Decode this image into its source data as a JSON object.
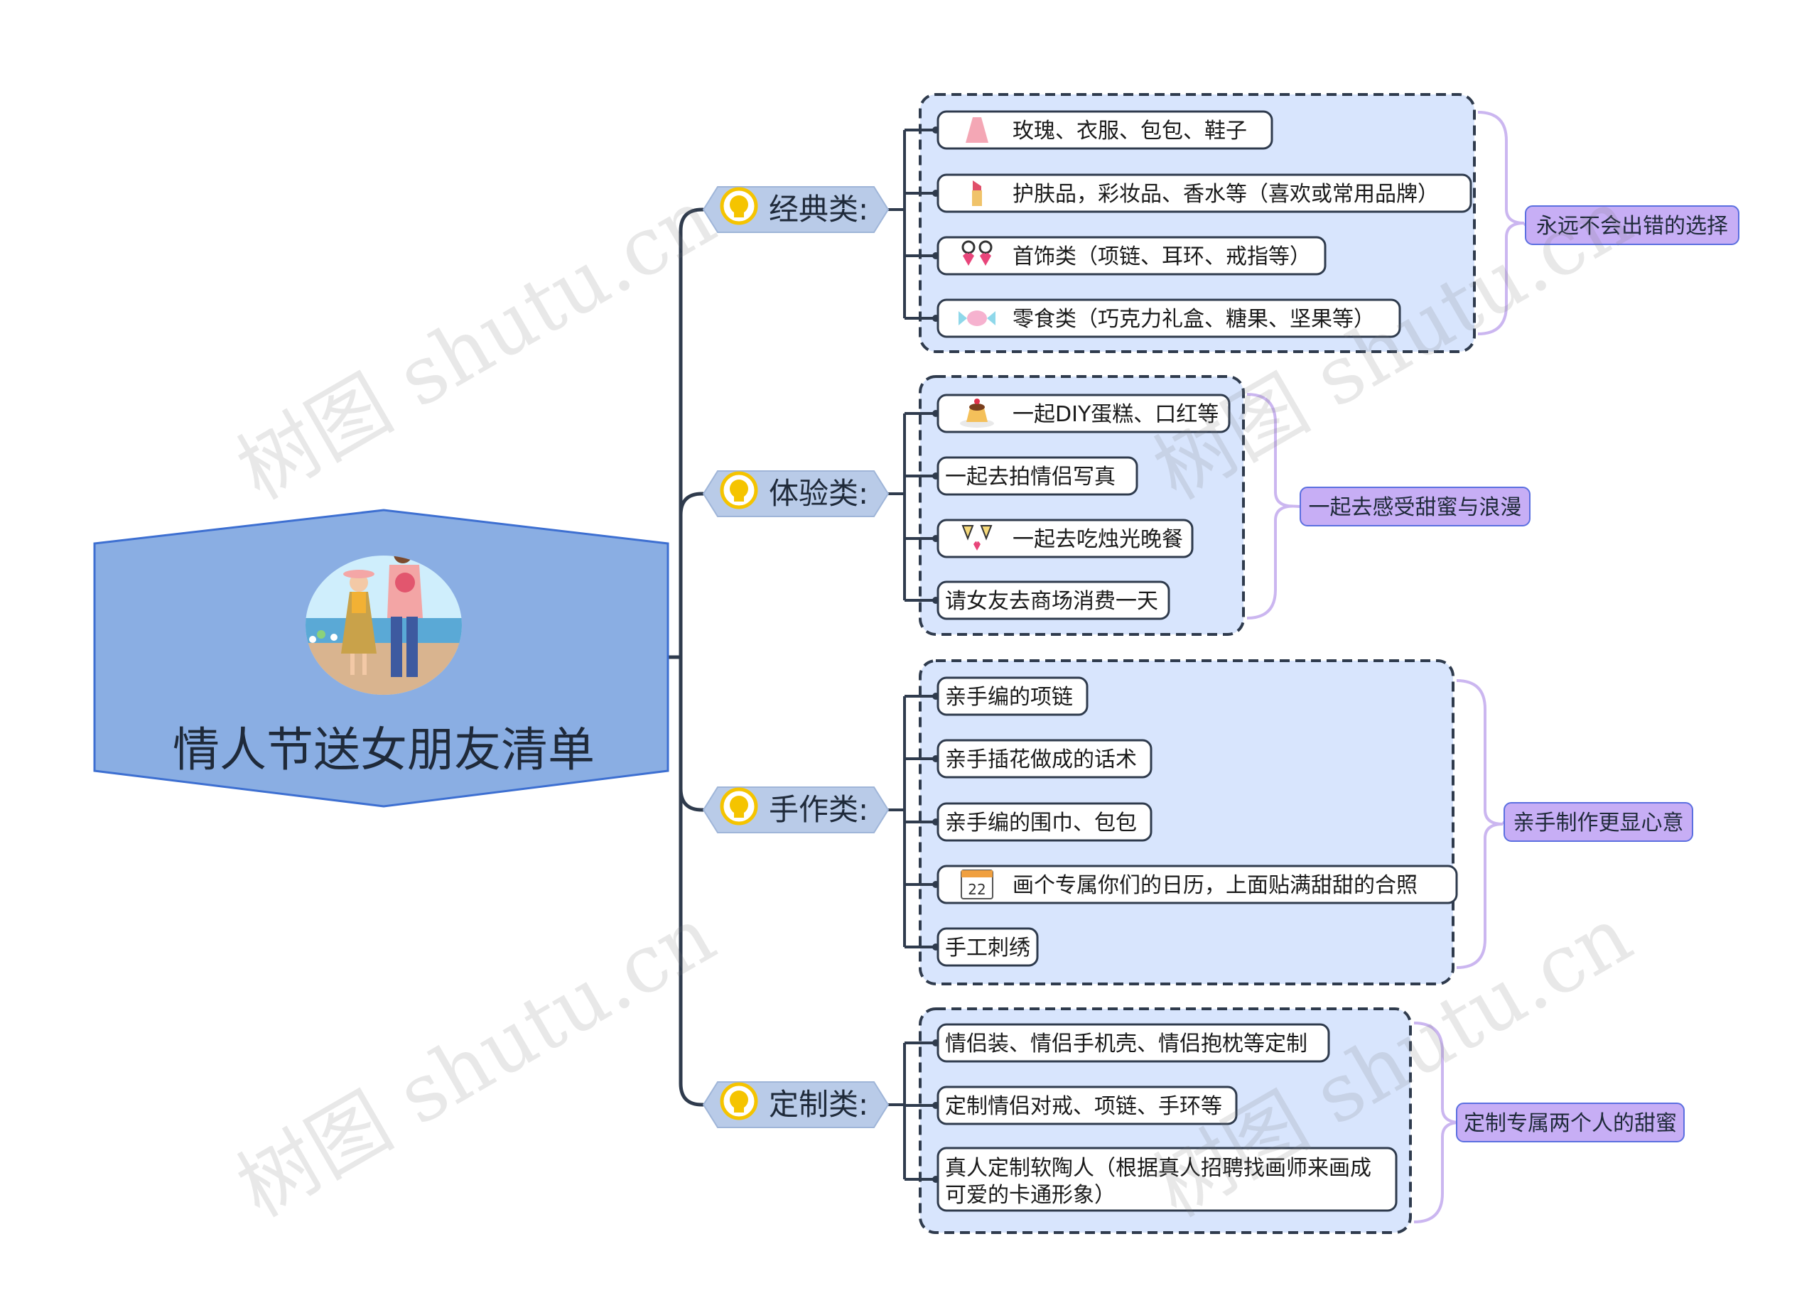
{
  "root": {
    "title": "情人节送女朋友清单",
    "image": "couple-illustration"
  },
  "colors": {
    "root_fill": "#8aaee3",
    "root_stroke": "#3d6fd1",
    "branch_fill": "#b9cbe8",
    "group_fill": "#d8e5fd",
    "group_stroke": "#2f3b4d",
    "line": "#2f3b4d",
    "summary_fill": "#c7aef5",
    "summary_stroke": "#5b6fe0",
    "brace": "#cbb6f0",
    "bulb": "#f5c400"
  },
  "branches": [
    {
      "label": "经典类:",
      "icon": "lightbulb-icon",
      "summary": "永远不会出错的选择",
      "items": [
        {
          "text": "玫瑰、衣服、包包、鞋子",
          "icon": "dress-icon"
        },
        {
          "text": "护肤品，彩妆品、香水等（喜欢或常用品牌）",
          "icon": "lipstick-icon"
        },
        {
          "text": "首饰类（项链、耳环、戒指等）",
          "icon": "earrings-icon"
        },
        {
          "text": "零食类（巧克力礼盒、糖果、坚果等）",
          "icon": "candy-icon"
        }
      ]
    },
    {
      "label": "体验类:",
      "icon": "lightbulb-icon",
      "summary": "一起去感受甜蜜与浪漫",
      "items": [
        {
          "text": "一起DIY蛋糕、口红等",
          "icon": "pudding-icon"
        },
        {
          "text": "一起去拍情侣写真",
          "icon": ""
        },
        {
          "text": "一起去吃烛光晚餐",
          "icon": "champagne-icon"
        },
        {
          "text": "请女友去商场消费一天",
          "icon": ""
        }
      ]
    },
    {
      "label": "手作类:",
      "icon": "lightbulb-icon",
      "summary": "亲手制作更显心意",
      "items": [
        {
          "text": "亲手编的项链",
          "icon": ""
        },
        {
          "text": "亲手插花做成的话术",
          "icon": ""
        },
        {
          "text": "亲手编的围巾、包包",
          "icon": ""
        },
        {
          "text": "画个专属你们的日历，上面贴满甜甜的合照",
          "icon": "calendar-icon",
          "icon_text": "22"
        },
        {
          "text": "手工刺绣",
          "icon": ""
        }
      ]
    },
    {
      "label": "定制类:",
      "icon": "lightbulb-icon",
      "summary": "定制专属两个人的甜蜜",
      "items": [
        {
          "text": "情侣装、情侣手机壳、情侣抱枕等定制",
          "icon": ""
        },
        {
          "text": "定制情侣对戒、项链、手环等",
          "icon": ""
        },
        {
          "text": "真人定制软陶人（根据真人招聘找画师来画成",
          "text2": "可爱的卡通形象）",
          "icon": ""
        }
      ]
    }
  ],
  "watermarks": [
    "树图 shutu.cn",
    "树图 shutu.cn",
    "树图 shutu.cn",
    "树图 shutu.cn"
  ]
}
